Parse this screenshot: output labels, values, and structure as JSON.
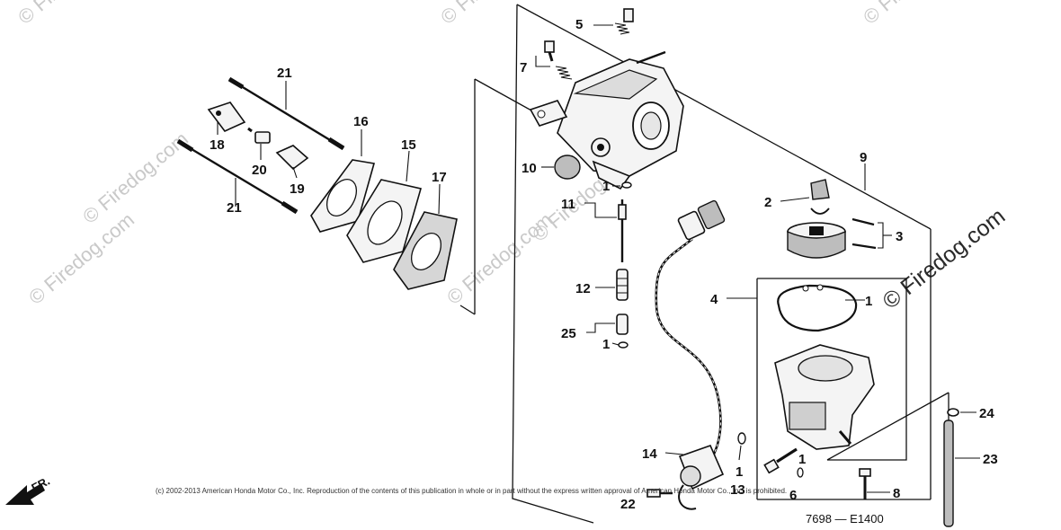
{
  "callouts": {
    "c1a": "1",
    "c1b": "1",
    "c1c": "1",
    "c1d": "1",
    "c1e": "1",
    "c2": "2",
    "c3": "3",
    "c4": "4",
    "c5": "5",
    "c6": "6",
    "c7": "7",
    "c8": "8",
    "c9": "9",
    "c10": "10",
    "c11": "11",
    "c12": "12",
    "c13": "13",
    "c14": "14",
    "c15": "15",
    "c16": "16",
    "c17": "17",
    "c18": "18",
    "c19": "19",
    "c20": "20",
    "c21a": "21",
    "c21b": "21",
    "c22": "22",
    "c23": "23",
    "c24": "24",
    "c25": "25"
  },
  "watermarks": {
    "small": "© Firedog.com",
    "large": "© Firedog.com"
  },
  "copyright": "(c) 2002-2013 American Honda Motor Co., Inc. Reproduction of the contents of this publication in whole or in part without the express written approval of American Honda Motor Co., Inc. is prohibited.",
  "diagram_code": "7698 — E1400",
  "direction_label": "FR."
}
